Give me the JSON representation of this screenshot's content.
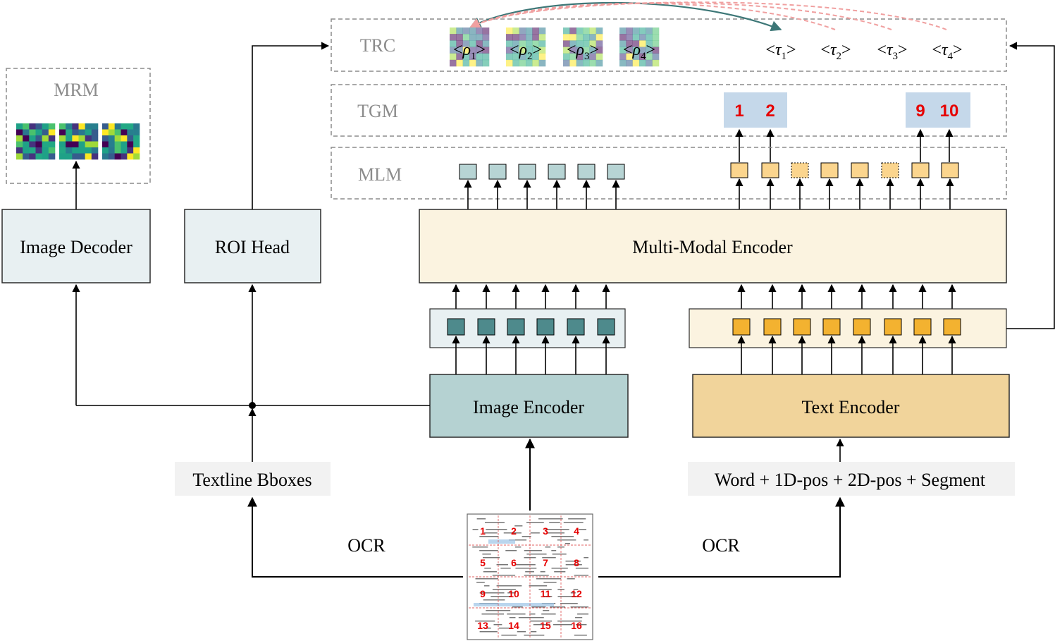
{
  "colors": {
    "gray_label": "#8c8c8c",
    "dash_border": "#8c8c8c",
    "box_blue_fill": "#e8f0f2",
    "box_blue_border": "#2b2b2b",
    "image_encoder_fill": "#b5d2d2",
    "token_teal_dark": "#4e8a8c",
    "token_teal_light": "#b7d4d4",
    "cream_fill": "#fbf3e0",
    "text_encoder_fill": "#f1d49b",
    "token_orange_dark": "#f3b230",
    "token_orange_light": "#fbd58e",
    "tgm_fill": "#c5d8ea",
    "red": "#e60000",
    "arrow_teal": "#3d7777",
    "arrow_pink": "#f0a0a0",
    "label_bg": "#f2f2f2"
  },
  "mrm": {
    "label": "MRM"
  },
  "trc": {
    "label": "TRC",
    "rho": [
      {
        "base": "ρ",
        "sub": "1"
      },
      {
        "base": "ρ",
        "sub": "2"
      },
      {
        "base": "ρ",
        "sub": "3"
      },
      {
        "base": "ρ",
        "sub": "4"
      }
    ],
    "tau": [
      {
        "base": "τ",
        "sub": "1"
      },
      {
        "base": "τ",
        "sub": "2"
      },
      {
        "base": "τ",
        "sub": "3"
      },
      {
        "base": "τ",
        "sub": "4"
      }
    ]
  },
  "tgm": {
    "label": "TGM",
    "groups": [
      [
        "1",
        "2"
      ],
      [
        "9",
        "10"
      ]
    ]
  },
  "mlm": {
    "label": "MLM"
  },
  "boxes": {
    "image_decoder": "Image Decoder",
    "roi_head": "ROI Head",
    "multimodal_encoder": "Multi-Modal Encoder",
    "image_encoder": "Image Encoder",
    "text_encoder": "Text Encoder"
  },
  "inputs": {
    "textline_bboxes": "Textline Bboxes",
    "text_input": "Word + 1D-pos + 2D-pos + Segment",
    "ocr_left": "OCR",
    "ocr_right": "OCR"
  },
  "document": {
    "grid_numbers": [
      "1",
      "2",
      "3",
      "4",
      "5",
      "6",
      "7",
      "8",
      "9",
      "10",
      "11",
      "12",
      "13",
      "14",
      "15",
      "16"
    ]
  }
}
